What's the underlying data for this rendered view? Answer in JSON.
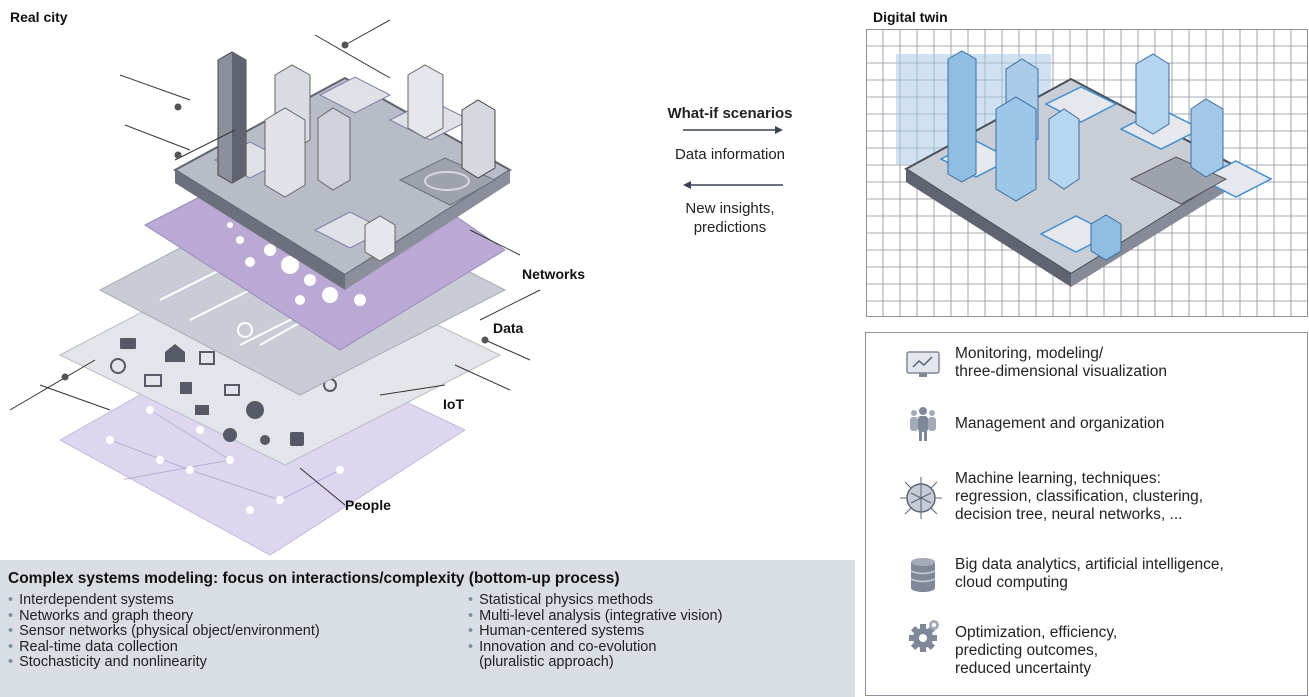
{
  "real_city": {
    "title": "Real city"
  },
  "digital_twin": {
    "title": "Digital twin"
  },
  "layers": {
    "networks": "Networks",
    "data": "Data",
    "iot": "IoT",
    "people": "People"
  },
  "arrows": {
    "what_if": "What-if scenarios",
    "data_information": "Data information",
    "new_insights_line1": "New insights,",
    "new_insights_line2": "predictions"
  },
  "complex_systems": {
    "title": "Complex systems modeling: focus on interactions/complexity (bottom-up process)",
    "left_items": [
      "Interdependent systems",
      "Networks and graph theory",
      "Sensor networks (physical object/environment)",
      "Real-time data collection",
      "Stochasticity and nonlinearity"
    ],
    "right_items": [
      "Statistical physics methods",
      "Multi-level analysis (integrative vision)",
      "Human-centered systems",
      "Innovation and co-evolution",
      "(pluralistic approach)"
    ]
  },
  "twin_items": [
    {
      "icon": "monitor-chart-icon",
      "lines": [
        "Monitoring, modeling/",
        "three-dimensional visualization"
      ]
    },
    {
      "icon": "people-icon",
      "lines": [
        "Management and organization"
      ]
    },
    {
      "icon": "brain-chip-icon",
      "lines": [
        "Machine learning, techniques:",
        "regression, classification, clustering,",
        "decision tree, neural networks, ..."
      ]
    },
    {
      "icon": "database-icon",
      "lines": [
        "Big data analytics, artificial intelligence,",
        "cloud computing"
      ]
    },
    {
      "icon": "gear-icon",
      "lines": [
        "Optimization, efficiency,",
        "predicting outcomes,",
        "reduced uncertainty"
      ]
    }
  ],
  "colors": {
    "purple_layer": "#b9a9d4",
    "people_layer": "#ddd6ee",
    "gray_layer": "#c9ccd4",
    "city_base": "#b8bcc7",
    "twin_blue": "#a9cbe8",
    "panel_bg": "#d9dde4",
    "bullet": "#7d8ea8"
  }
}
